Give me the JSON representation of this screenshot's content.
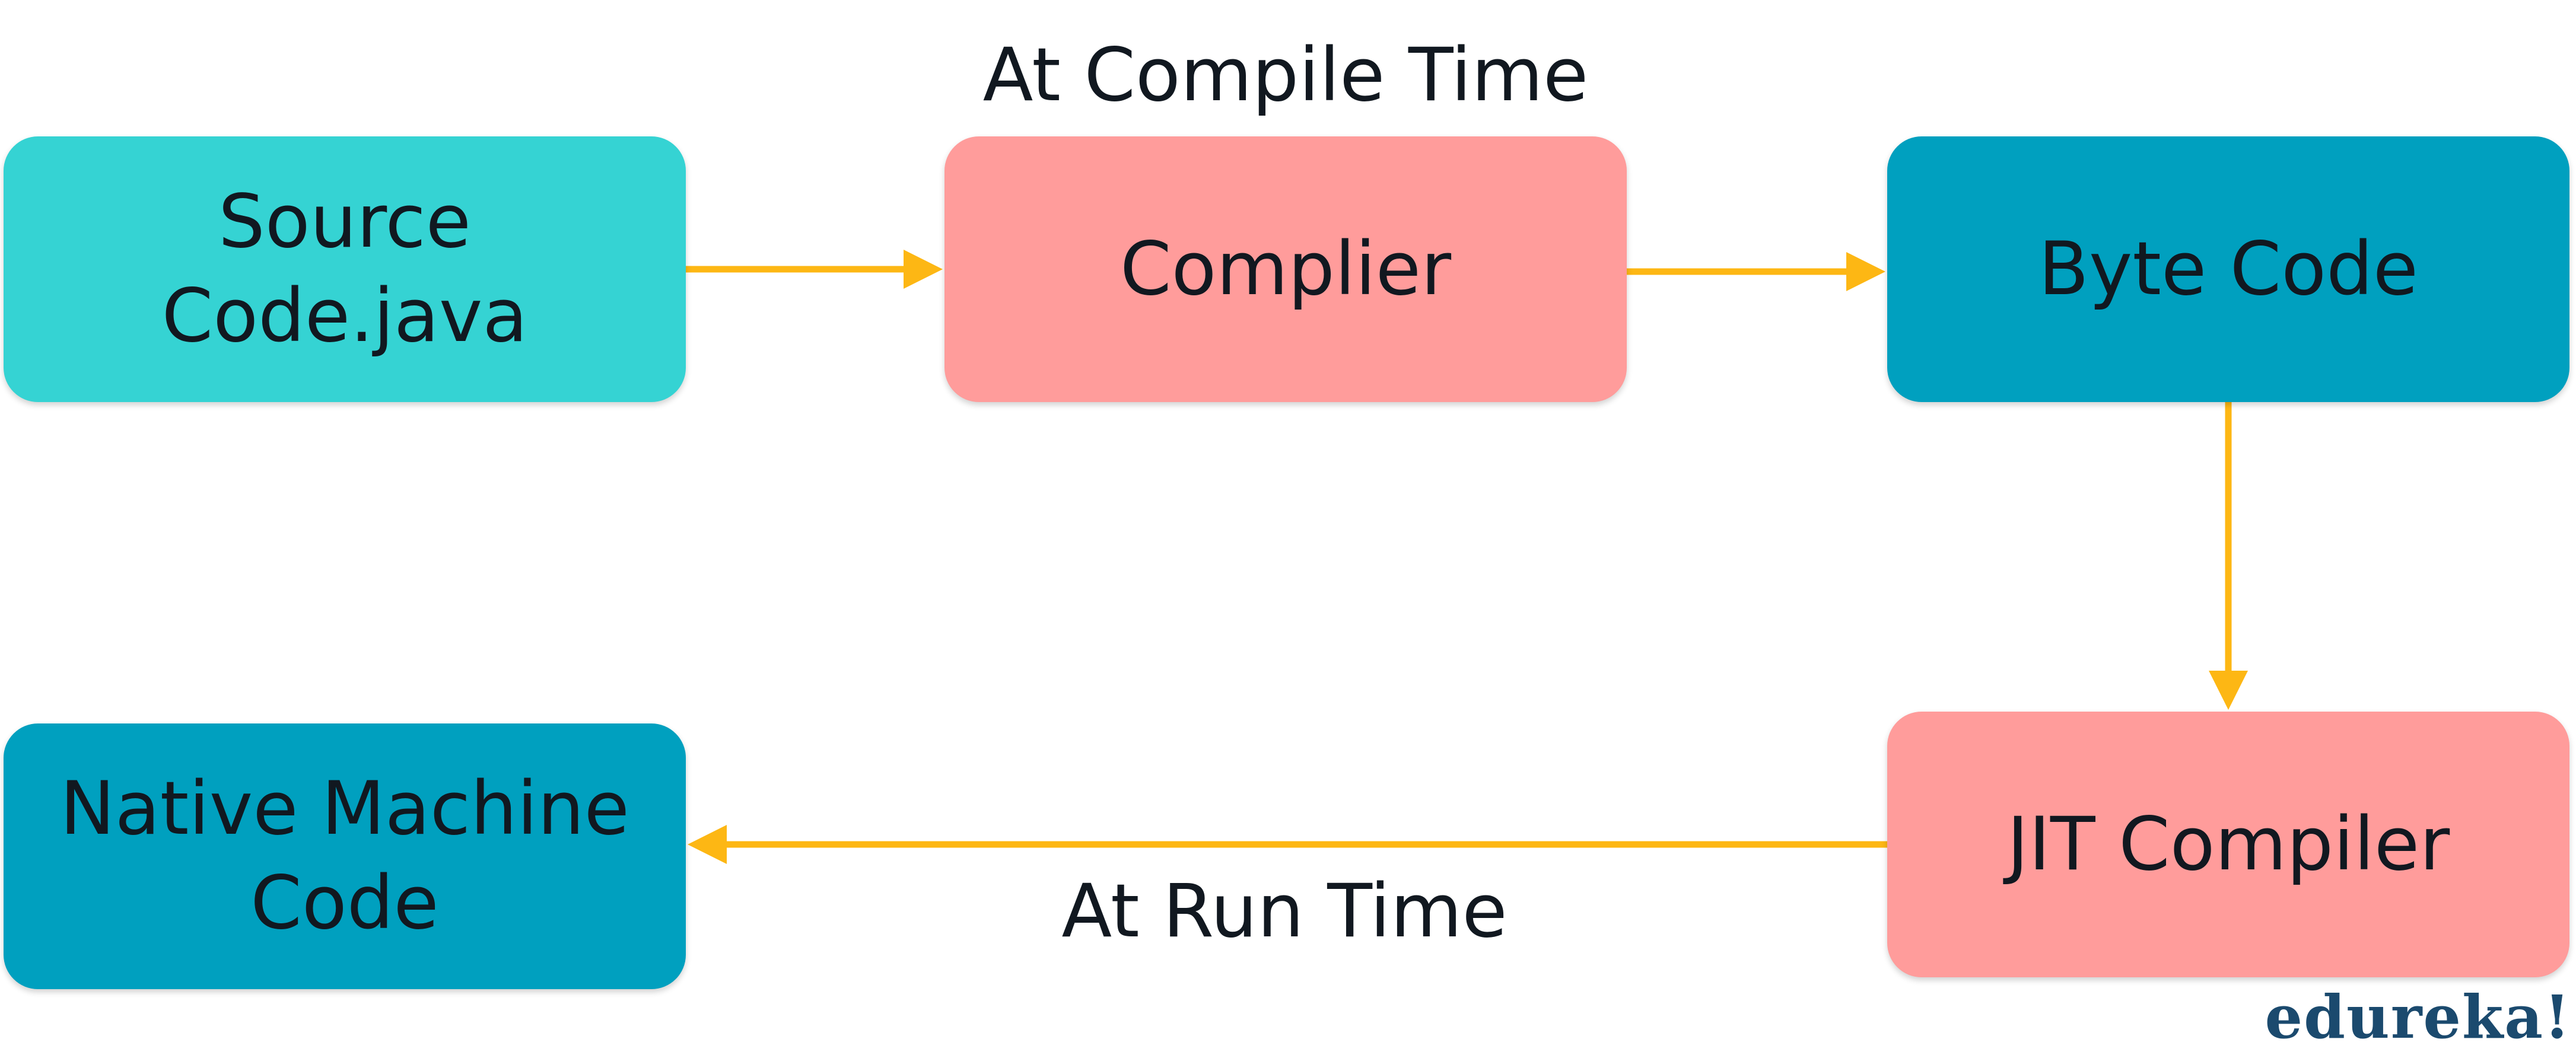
{
  "colors": {
    "source": "#35D3D3",
    "compiler": "#FF9C9B",
    "bytecode": "#00A0BF",
    "jit": "#FF9C9B",
    "native": "#00A0BF",
    "arrow": "#FDB714",
    "logo": "#1B4A6E"
  },
  "nodes": {
    "source": "Source Code.java",
    "compiler": "Complier",
    "bytecode": "Byte Code",
    "jit": "JIT Compiler",
    "native_line1": "Native Machine",
    "native_line2": "Code"
  },
  "labels": {
    "compile_time": "At Compile Time",
    "run_time": "At Run Time"
  },
  "logo": "edureka!"
}
